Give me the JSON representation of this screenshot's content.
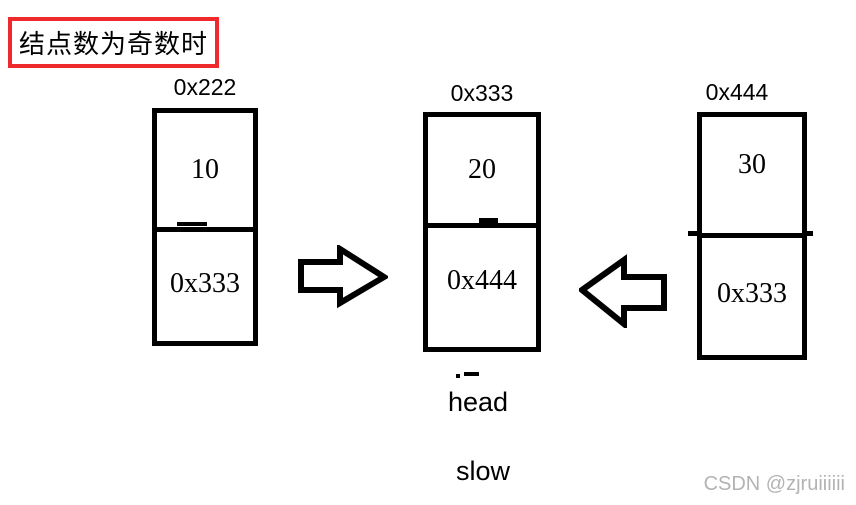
{
  "title": {
    "text": "结点数为奇数时"
  },
  "diagram": {
    "nodes": [
      {
        "address": "0x222",
        "data": "10",
        "next": "0x333"
      },
      {
        "address": "0x333",
        "data": "20",
        "next": "0x444"
      },
      {
        "address": "0x444",
        "data": "30",
        "next": "0x333"
      }
    ],
    "arrows": [
      {
        "id": "right-arrow",
        "direction": "right"
      },
      {
        "id": "left-arrow",
        "direction": "left"
      }
    ],
    "pointer_labels": [
      {
        "text": "head"
      },
      {
        "text": "slow"
      }
    ]
  },
  "watermark": {
    "text": "CSDN @zjruiiiiii"
  },
  "colors": {
    "highlight_red": "#ee2a2c",
    "line_black": "#000000",
    "watermark_gray": "#b3b3b3",
    "background": "#ffffff"
  }
}
